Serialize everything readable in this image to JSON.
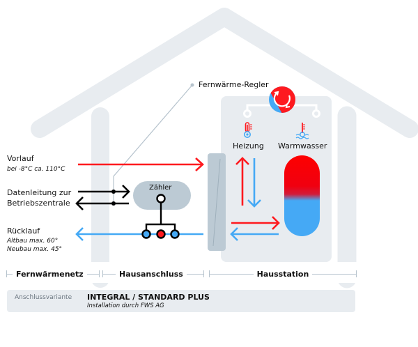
{
  "colors": {
    "supply": "#fe1a1f",
    "return": "#45a9f5",
    "data": "#000000",
    "house": "#e8ecf0",
    "component": "#bccad4",
    "leader": "#b6c3cd"
  },
  "labels": {
    "regler": "Fernwärme-Regler",
    "heizung": "Heizung",
    "warmwasser": "Warmwasser",
    "zaehler": "Zähler"
  },
  "lines": {
    "vorlauf": {
      "title": "Vorlauf",
      "note": "bei -8°C ca. 110°C"
    },
    "datenleitung": {
      "title_line1": "Datenleitung zur",
      "title_line2": "Betriebszentrale"
    },
    "ruecklauf": {
      "title": "Rücklauf",
      "note_line1": "Altbau max. 60°",
      "note_line2": "Neubau max. 45°"
    }
  },
  "sections": [
    {
      "label": "Fernwärmenetz"
    },
    {
      "label": "Hausanschluss"
    },
    {
      "label": "Hausstation"
    }
  ],
  "variant": {
    "key": "Anschlussvariante",
    "title": "INTEGRAL / STANDARD PLUS",
    "subtitle": "Installation durch FWS AG"
  },
  "icons": {
    "regler": "controller-cycle-icon",
    "heizung": "thermometer-icon",
    "warmwasser": "thermometer-water-icon",
    "tank": "hot-water-tank-icon",
    "exchanger": "heat-exchanger-icon",
    "meter": "meter-icon"
  }
}
